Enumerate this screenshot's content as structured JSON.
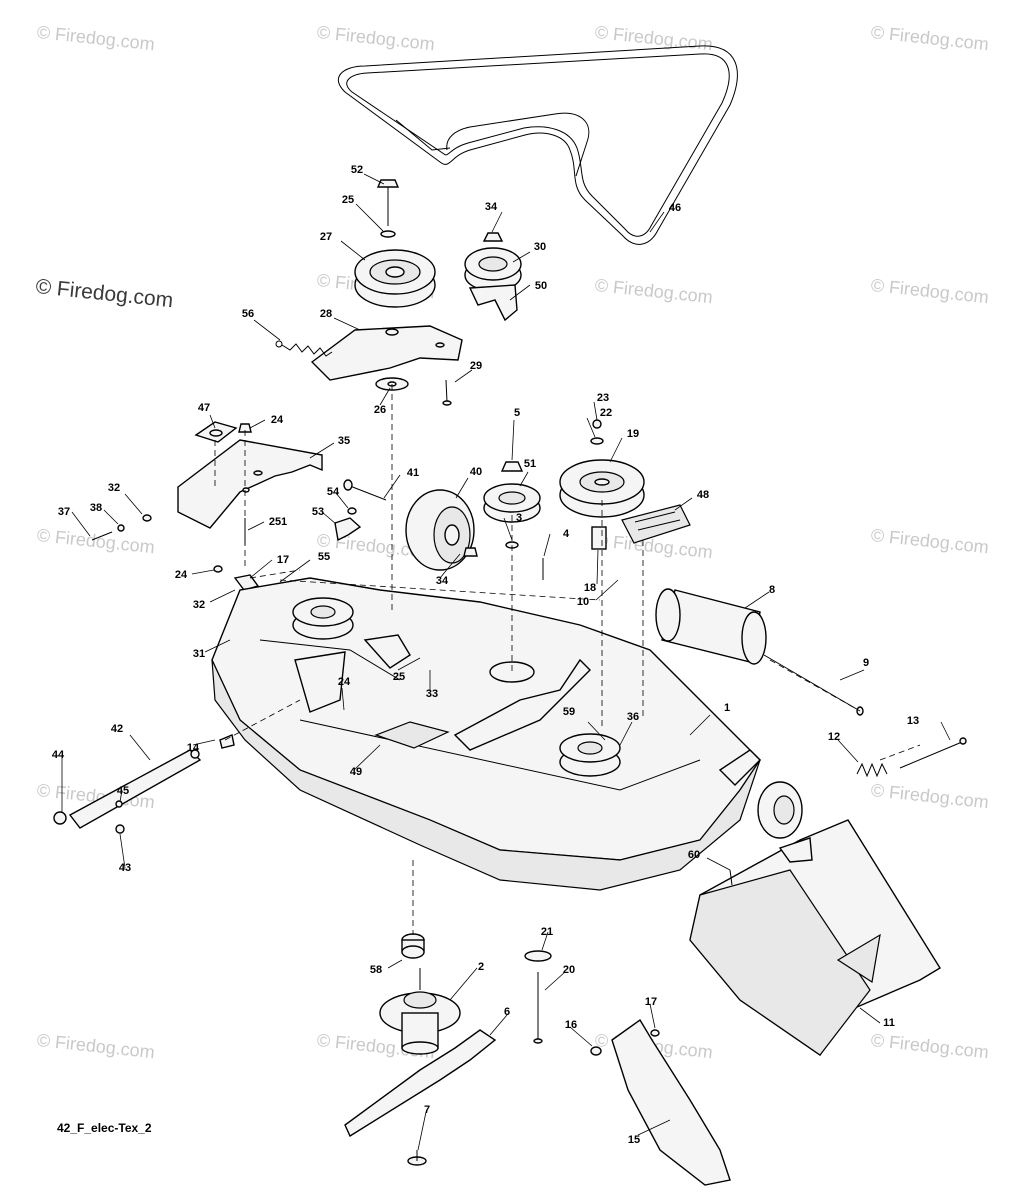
{
  "watermarks": {
    "text": "© Firedog.com",
    "prominent": "© Firedog.com"
  },
  "diagram_code": "42_F_elec-Tex_2",
  "callouts": {
    "c52": "52",
    "c25a": "25",
    "c34a": "34",
    "c30": "30",
    "c46": "46",
    "c27": "27",
    "c50": "50",
    "c56": "56",
    "c28": "28",
    "c29": "29",
    "c26": "26",
    "c23": "23",
    "c22": "22",
    "c5": "5",
    "c19": "19",
    "c47": "47",
    "c24a": "24",
    "c35": "35",
    "c51": "51",
    "c40": "40",
    "c41": "41",
    "c48": "48",
    "c32a": "32",
    "c54": "54",
    "c37": "37",
    "c38": "38",
    "c53": "53",
    "c251": "251",
    "c3": "3",
    "c4": "4",
    "c8": "8",
    "c24b": "24",
    "c17a": "17",
    "c55": "55",
    "c34b": "34",
    "c18": "18",
    "c10": "10",
    "c32b": "32",
    "c31": "31",
    "c25b": "25",
    "c33": "33",
    "c9": "9",
    "c24c": "24",
    "c42": "42",
    "c1": "1",
    "c13": "13",
    "c44": "44",
    "c14": "14",
    "c59": "59",
    "c36": "36",
    "c49": "49",
    "c12": "12",
    "c45": "45",
    "c43": "43",
    "c60": "60",
    "c21": "21",
    "c58": "58",
    "c2": "2",
    "c20": "20",
    "c11": "11",
    "c6": "6",
    "c17b": "17",
    "c16": "16",
    "c7": "7",
    "c15": "15"
  }
}
